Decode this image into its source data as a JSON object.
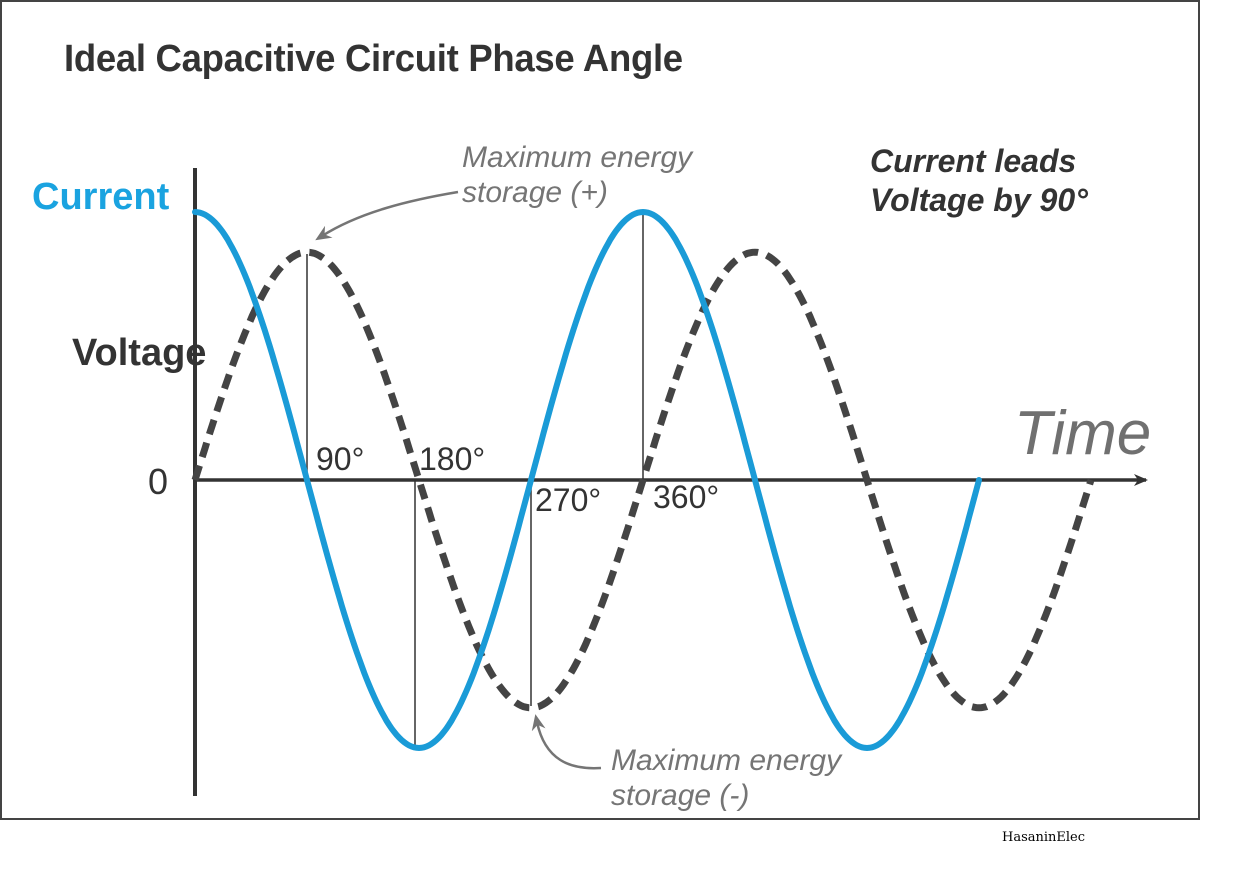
{
  "title": "Ideal Capacitive Circuit Phase Angle",
  "labels": {
    "current": "Current",
    "voltage": "Voltage",
    "zero": "0",
    "time_axis": "Time",
    "lead_line1": "Current leads",
    "lead_line2": "Voltage by 90°",
    "max_pos_line1": "Maximum energy",
    "max_pos_line2": "storage (+)",
    "max_neg_line1": "Maximum energy",
    "max_neg_line2": "storage (-)"
  },
  "angle_ticks": [
    {
      "label": "90°"
    },
    {
      "label": "180°"
    },
    {
      "label": "270°"
    },
    {
      "label": "360°"
    }
  ],
  "colors": {
    "current": "#1a9bd7",
    "voltage": "#444444",
    "axis": "#333333",
    "annotation": "#757575",
    "frame": "#444444"
  },
  "credit": "HasaninElec",
  "chart_data": {
    "type": "line",
    "title": "Ideal Capacitive Circuit Phase Angle",
    "xlabel": "Time",
    "ylabel": "",
    "x_ticks": [
      "0",
      "90°",
      "180°",
      "270°",
      "360°"
    ],
    "series": [
      {
        "name": "Current",
        "style": "solid",
        "function": "cos(θ)",
        "amplitude": 1.0,
        "x_range_deg": [
          0,
          630
        ]
      },
      {
        "name": "Voltage",
        "style": "dashed",
        "function": "sin(θ)",
        "amplitude": 0.85,
        "x_range_deg": [
          0,
          720
        ]
      }
    ],
    "annotations": [
      "Current leads Voltage by 90°",
      "Maximum energy storage (+) at voltage peak, 90°",
      "Maximum energy storage (-) at voltage trough, 270°"
    ]
  }
}
